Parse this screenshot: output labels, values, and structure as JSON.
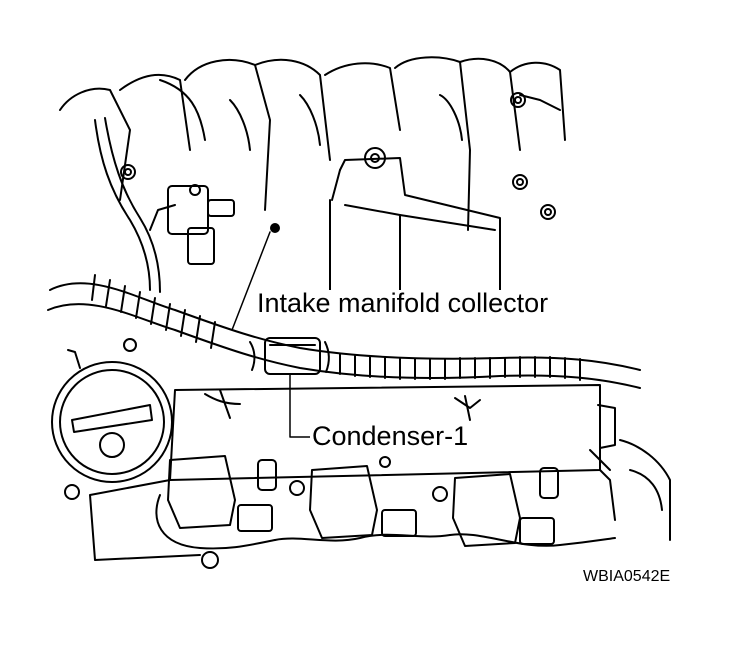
{
  "labels": {
    "intake_manifold_collector": "Intake manifold collector",
    "condenser": "Condenser-1"
  },
  "figure_code": "WBIA0542E",
  "colors": {
    "line": "#000000",
    "background": "#ffffff"
  }
}
